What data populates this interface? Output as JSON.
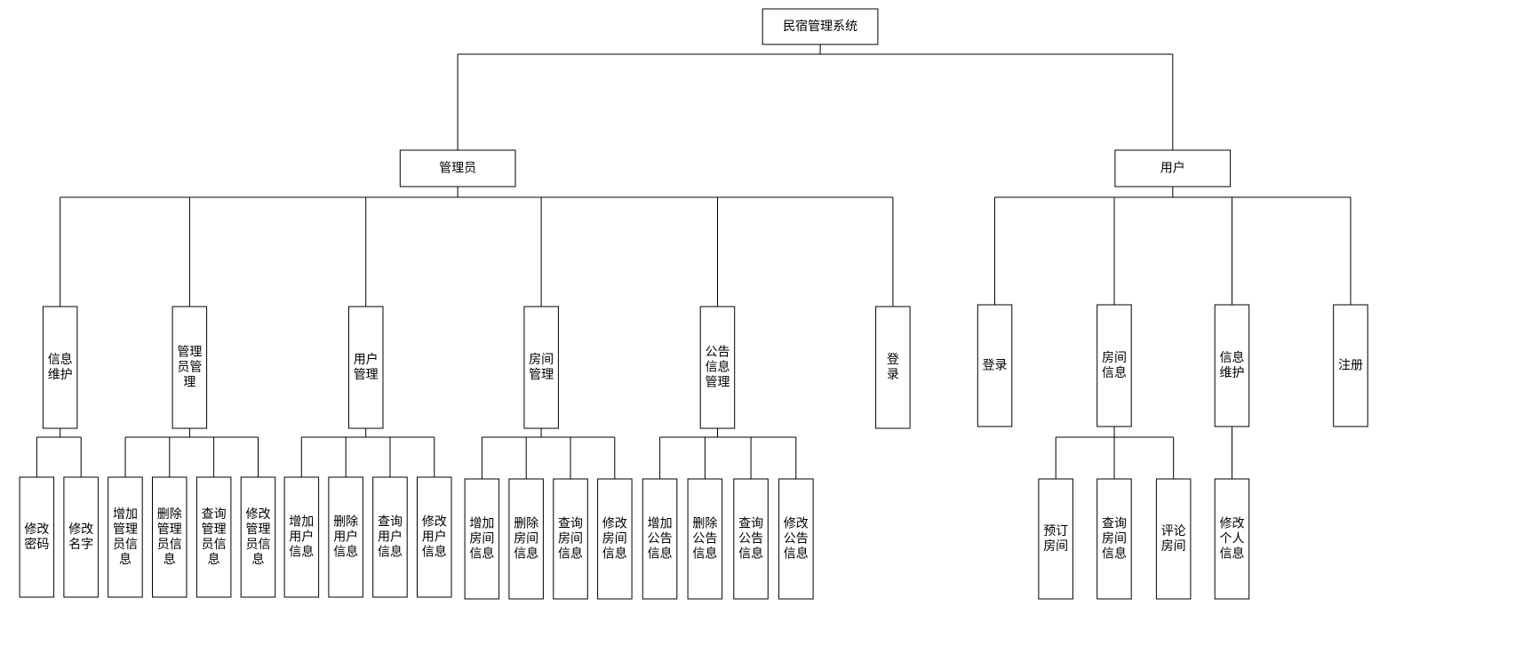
{
  "diagram": {
    "root": {
      "text": "民宿管理系统"
    },
    "roles": [
      {
        "text": "管理员"
      },
      {
        "text": "用户"
      }
    ],
    "admin_modules": [
      {
        "text": "信息维护",
        "lines": [
          "信息",
          "维护"
        ]
      },
      {
        "text": "管理员管理",
        "lines": [
          "管理",
          "员管",
          "理"
        ]
      },
      {
        "text": "用户管理",
        "lines": [
          "用户",
          "管理"
        ]
      },
      {
        "text": "房间管理",
        "lines": [
          "房间",
          "管理"
        ]
      },
      {
        "text": "公告信息管理",
        "lines": [
          "公告",
          "信息",
          "管理"
        ]
      },
      {
        "text": "登录",
        "lines": [
          "登",
          "录"
        ]
      }
    ],
    "user_modules": [
      {
        "text": "登录",
        "lines": [
          "登录"
        ]
      },
      {
        "text": "房间信息",
        "lines": [
          "房间",
          "信息"
        ]
      },
      {
        "text": "信息维护",
        "lines": [
          "信息",
          "维护"
        ]
      },
      {
        "text": "注册",
        "lines": [
          "注册"
        ]
      }
    ],
    "admin_leaves": [
      [
        {
          "text": "修改密码",
          "lines": [
            "修改",
            "密码"
          ]
        },
        {
          "text": "修改名字",
          "lines": [
            "修改",
            "名字"
          ]
        }
      ],
      [
        {
          "text": "增加管理员信息",
          "lines": [
            "增加",
            "管理",
            "员信",
            "息"
          ]
        },
        {
          "text": "删除管理员信息",
          "lines": [
            "删除",
            "管理",
            "员信",
            "息"
          ]
        },
        {
          "text": "查询管理员信息",
          "lines": [
            "查询",
            "管理",
            "员信",
            "息"
          ]
        },
        {
          "text": "修改管理员信息",
          "lines": [
            "修改",
            "管理",
            "员信",
            "息"
          ]
        }
      ],
      [
        {
          "text": "增加用户信息",
          "lines": [
            "增加",
            "用户",
            "信息"
          ]
        },
        {
          "text": "删除用户信息",
          "lines": [
            "删除",
            "用户",
            "信息"
          ]
        },
        {
          "text": "查询用户信息",
          "lines": [
            "查询",
            "用户",
            "信息"
          ]
        },
        {
          "text": "修改用户信息",
          "lines": [
            "修改",
            "用户",
            "信息"
          ]
        }
      ],
      [
        {
          "text": "增加房间信息",
          "lines": [
            "增加",
            "房间",
            "信息"
          ]
        },
        {
          "text": "删除房间信息",
          "lines": [
            "删除",
            "房间",
            "信息"
          ]
        },
        {
          "text": "查询房间信息",
          "lines": [
            "查询",
            "房间",
            "信息"
          ]
        },
        {
          "text": "修改房间信息",
          "lines": [
            "修改",
            "房间",
            "信息"
          ]
        }
      ],
      [
        {
          "text": "增加公告信息",
          "lines": [
            "增加",
            "公告",
            "信息"
          ]
        },
        {
          "text": "删除公告信息",
          "lines": [
            "删除",
            "公告",
            "信息"
          ]
        },
        {
          "text": "查询公告信息",
          "lines": [
            "查询",
            "公告",
            "信息"
          ]
        },
        {
          "text": "修改公告信息",
          "lines": [
            "修改",
            "公告",
            "信息"
          ]
        }
      ],
      []
    ],
    "user_leaves": [
      [],
      [
        {
          "text": "预订房间",
          "lines": [
            "预订",
            "房间"
          ]
        },
        {
          "text": "查询房间信息",
          "lines": [
            "查询",
            "房间",
            "信息"
          ]
        },
        {
          "text": "评论房间",
          "lines": [
            "评论",
            "房间"
          ]
        }
      ],
      [
        {
          "text": "修改个人信息",
          "lines": [
            "修改",
            "个人",
            "信息"
          ]
        }
      ],
      []
    ]
  }
}
